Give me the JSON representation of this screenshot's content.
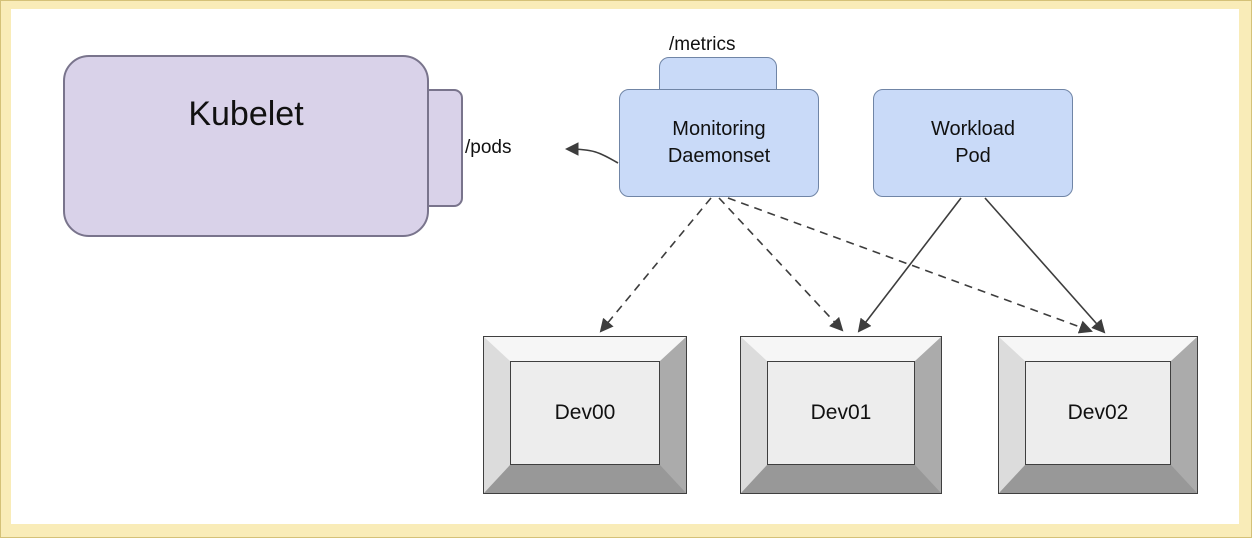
{
  "frame": {
    "background_color": "#f9ecb8",
    "border_color": "#d4c178"
  },
  "nodes": {
    "kubelet": {
      "label": "Kubelet",
      "fill": "#d9d2e9",
      "border": "#79748c"
    },
    "pods_endpoint": {
      "label": "/pods"
    },
    "metrics_endpoint": {
      "label": "/metrics"
    },
    "monitoring_daemonset": {
      "lines": [
        "Monitoring",
        "Daemonset"
      ],
      "fill": "#c9daf8",
      "border": "#7085a6"
    },
    "workload_pod": {
      "lines": [
        "Workload",
        "Pod"
      ],
      "fill": "#c9daf8",
      "border": "#7085a6"
    },
    "devices": [
      {
        "label": "Dev00",
        "face_fill": "#ededed"
      },
      {
        "label": "Dev01",
        "face_fill": "#ededed"
      },
      {
        "label": "Dev02",
        "face_fill": "#ededed"
      }
    ]
  },
  "edges": [
    {
      "from": "monitoring-daemonset",
      "to": "kubelet-pods-endpoint",
      "style": "solid",
      "color": "#3d3d3d"
    },
    {
      "from": "monitoring-daemonset",
      "to": "dev00",
      "style": "dashed",
      "color": "#3d3d3d"
    },
    {
      "from": "monitoring-daemonset",
      "to": "dev01",
      "style": "dashed",
      "color": "#3d3d3d"
    },
    {
      "from": "monitoring-daemonset",
      "to": "dev02",
      "style": "dashed",
      "color": "#3d3d3d"
    },
    {
      "from": "workload-pod",
      "to": "dev01",
      "style": "solid",
      "color": "#3d3d3d"
    },
    {
      "from": "workload-pod",
      "to": "dev02",
      "style": "solid",
      "color": "#3d3d3d"
    }
  ]
}
